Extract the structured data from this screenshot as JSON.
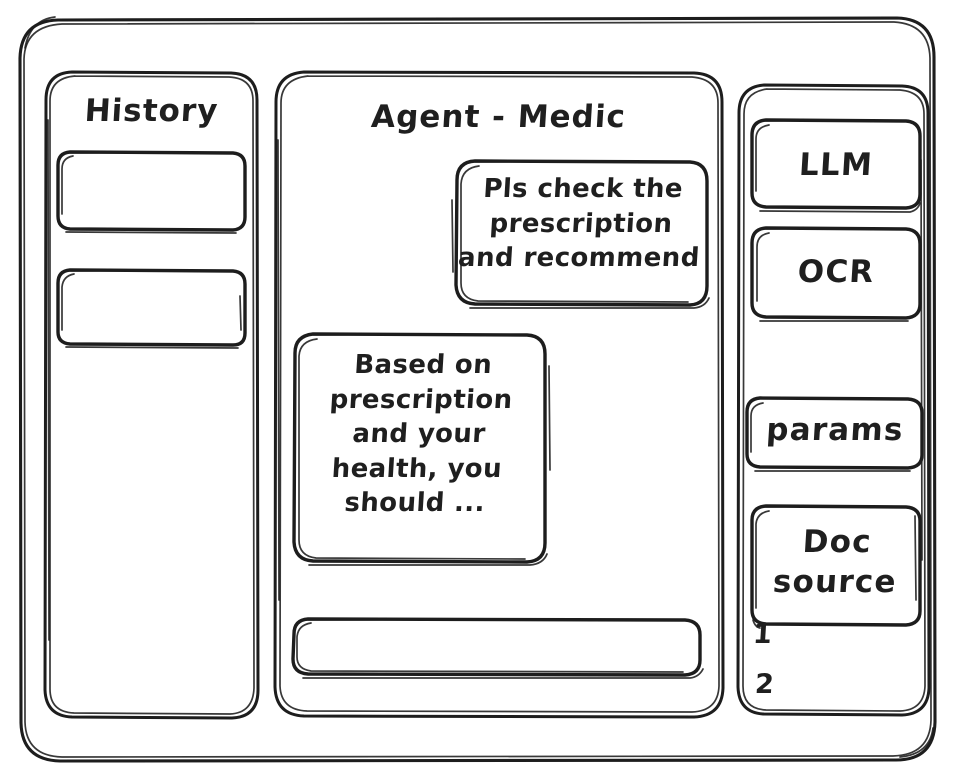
{
  "window": {
    "style": "hand-drawn wireframe",
    "background": "#ffffff",
    "ink_color": "#1d1d1d"
  },
  "history_panel": {
    "title": "History",
    "items": [
      {
        "label": "",
        "name": "history-item-1"
      },
      {
        "label": "",
        "name": "history-item-2"
      }
    ]
  },
  "main_panel": {
    "title": "Agent - Medic",
    "messages": [
      {
        "role": "user",
        "text": "Pls check the\nprescription\nand recommend",
        "align": "right"
      },
      {
        "role": "assistant",
        "text": "Based on\nprescription\nand your\nhealth, you\nshould ...",
        "align": "left"
      }
    ],
    "composer": {
      "value": "",
      "placeholder": ""
    }
  },
  "tools_panel": {
    "cards": [
      {
        "label": "LLM"
      },
      {
        "label": "OCR"
      },
      {
        "label": "params"
      },
      {
        "label": "Doc\nsource"
      }
    ],
    "doc_sources": [
      {
        "index": "1"
      },
      {
        "index": "2"
      }
    ]
  }
}
